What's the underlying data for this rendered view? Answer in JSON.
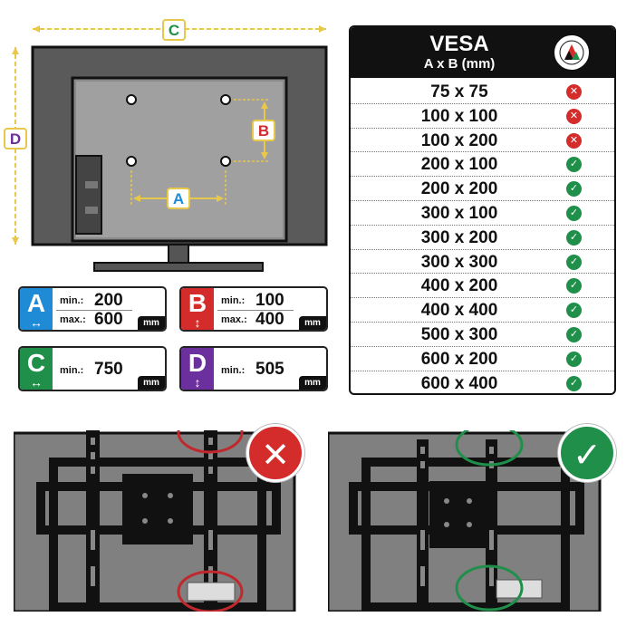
{
  "dimensions": {
    "A": {
      "letter": "A",
      "min_label": "min.:",
      "min_value": "200",
      "max_label": "max.:",
      "max_value": "600",
      "unit": "mm",
      "color": "#1f8ad6",
      "arrow": "↔"
    },
    "B": {
      "letter": "B",
      "min_label": "min.:",
      "min_value": "100",
      "max_label": "max.:",
      "max_value": "400",
      "unit": "mm",
      "color": "#d42b2b",
      "arrow": "↕"
    },
    "C": {
      "letter": "C",
      "min_label": "min.:",
      "min_value": "750",
      "unit": "mm",
      "color": "#1f8f4a",
      "arrow": "↔"
    },
    "D": {
      "letter": "D",
      "min_label": "min.:",
      "min_value": "505",
      "unit": "mm",
      "color": "#6b2f9e",
      "arrow": "↕"
    }
  },
  "vesa": {
    "title": "VESA",
    "subtitle": "A x B (mm)",
    "rows": [
      {
        "size": "75 x 75",
        "supported": false
      },
      {
        "size": "100 x 100",
        "supported": false
      },
      {
        "size": "100 x 200",
        "supported": false
      },
      {
        "size": "200 x 100",
        "supported": true
      },
      {
        "size": "200 x 200",
        "supported": true
      },
      {
        "size": "300 x 100",
        "supported": true
      },
      {
        "size": "300 x 200",
        "supported": true
      },
      {
        "size": "300 x 300",
        "supported": true
      },
      {
        "size": "400 x 200",
        "supported": true
      },
      {
        "size": "400 x 400",
        "supported": true
      },
      {
        "size": "500 x 300",
        "supported": true
      },
      {
        "size": "600 x 200",
        "supported": true
      },
      {
        "size": "600 x 400",
        "supported": true
      }
    ]
  },
  "colors": {
    "ok": "#1f8f4a",
    "bad": "#d42b2b",
    "tv_screen": "#808080",
    "bracket": "#111111"
  },
  "icons": {
    "supported": "check-icon",
    "unsupported": "cross-icon",
    "brand": "brand-logo-icon"
  }
}
